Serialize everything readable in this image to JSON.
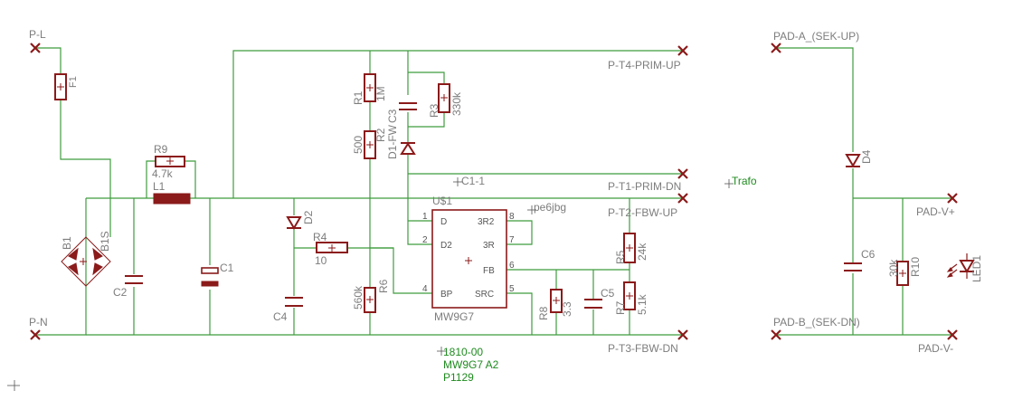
{
  "colors": {
    "wire": "#3f9c3f",
    "component": "#8b1a1a",
    "label": "#7d7d7d",
    "note": "#1f8a1f"
  },
  "pads": {
    "p_l": "P-L",
    "p_n": "P-N",
    "t4": "P-T4-PRIM-UP",
    "t1": "P-T1-PRIM-DN",
    "t2": "P-T2-FBW-UP",
    "t3": "P-T3-FBW-DN",
    "a": "PAD-A_(SEK-UP)",
    "b": "PAD-B_(SEK-DN)",
    "vp": "PAD-V+",
    "vm": "PAD-V-"
  },
  "parts": {
    "f1": "F1",
    "r9": "R9",
    "r9_val": "4.7k",
    "l1": "L1",
    "b1": "B1",
    "b1s": "B1S",
    "c1": "C1",
    "c2": "C2",
    "r1": "R1",
    "r1_val": "1M",
    "r2": "R2",
    "r2_val": "500",
    "c3": "C3",
    "r3": "R3",
    "r3_val": "330k",
    "d1": "D1-FW",
    "d2": "D2",
    "r4": "R4",
    "r4_val": "10",
    "c4": "C4",
    "r6": "R6",
    "r6_val": "560k",
    "r5": "R5",
    "r5_val": "24k",
    "r7": "R7",
    "r7_val": "5.1k",
    "r8": "R8",
    "r8_val": "3.3",
    "c5": "C5",
    "d4": "D4",
    "c6": "C6",
    "r10": "R10",
    "r10_val": "30k",
    "led1": "LED1"
  },
  "ic": {
    "name": "U$1",
    "value": "MW9G7",
    "pins": {
      "d": "D",
      "d2": "D2",
      "bp": "BP",
      "r3": "3R2",
      "r3b": "3R",
      "fb": "FB",
      "src": "SRC",
      "n1": "1",
      "n2": "2",
      "n4": "4",
      "n8": "8",
      "n7": "7",
      "n6": "6",
      "n5": "5"
    }
  },
  "notes": {
    "c1_1": "C1-1",
    "pe6": "pe6jbg",
    "trafo": "Trafo",
    "line1": "1810-00",
    "line2": "MW9G7 A2",
    "line3": "P1129"
  }
}
